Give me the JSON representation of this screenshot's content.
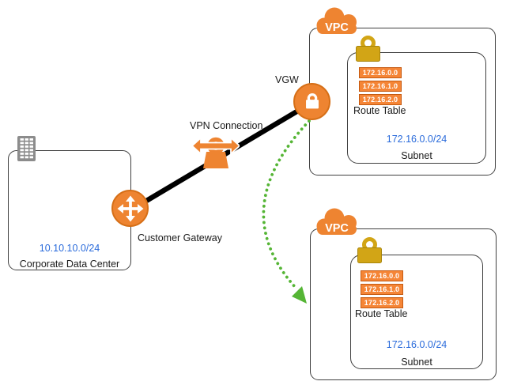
{
  "corporate": {
    "cidr": "10.10.10.0/24",
    "label": "Corporate Data Center"
  },
  "customer_gateway": {
    "label": "Customer Gateway"
  },
  "vpn_connection": {
    "label": "VPN Connection"
  },
  "vgw": {
    "label": "VGW"
  },
  "vpcs": [
    {
      "badge": "VPC",
      "routes": [
        "172.16.0.0",
        "172.16.1.0",
        "172.16.2.0"
      ],
      "route_table_label": "Route Table",
      "cidr": "172.16.0.0/24",
      "subnet_label": "Subnet"
    },
    {
      "badge": "VPC",
      "routes": [
        "172.16.0.0",
        "172.16.1.0",
        "172.16.2.0"
      ],
      "route_table_label": "Route Table",
      "cidr": "172.16.0.0/24",
      "subnet_label": "Subnet"
    }
  ],
  "icons": {
    "building": "office-building",
    "customer_gateway": "four-way-arrows-router",
    "vpn_connection": "lock-with-double-arrow",
    "vgw": "padlock-circle",
    "vpc": "cloud",
    "subnet_security": "gold-padlock"
  },
  "colors": {
    "orange": "#EE8431",
    "orange_dark": "#D66F17",
    "route_fill": "#F58536",
    "route_border": "#C55A11",
    "gold": "#D2A516",
    "green": "#55B535",
    "blue": "#2A6BDB",
    "connector": "#000000"
  }
}
